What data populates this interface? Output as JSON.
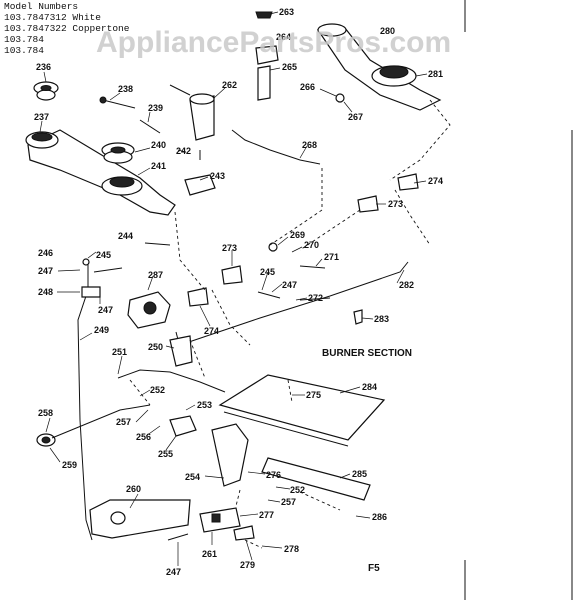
{
  "header": {
    "title": "Model Numbers",
    "models": [
      "103.7847312 White",
      "103.7847322 Coppertone",
      "103.784",
      "103.784"
    ]
  },
  "watermark": "AppliancePartsPros.com",
  "section_title": "BURNER SECTION",
  "page_code": "F5",
  "part_labels": [
    "236",
    "237",
    "238",
    "239",
    "240",
    "241",
    "242",
    "243",
    "244",
    "245",
    "245",
    "246",
    "247",
    "247",
    "247",
    "247",
    "248",
    "249",
    "250",
    "251",
    "252",
    "252",
    "253",
    "254",
    "255",
    "256",
    "257",
    "257",
    "258",
    "259",
    "260",
    "261",
    "262",
    "263",
    "264",
    "265",
    "266",
    "267",
    "268",
    "269",
    "270",
    "271",
    "272",
    "273",
    "273",
    "274",
    "274",
    "275",
    "276",
    "277",
    "278",
    "279",
    "280",
    "281",
    "282",
    "283",
    "284",
    "285",
    "286",
    "287"
  ],
  "colors": {
    "ink": "#111111",
    "watermark": "#c9c9c9",
    "background": "#ffffff"
  }
}
